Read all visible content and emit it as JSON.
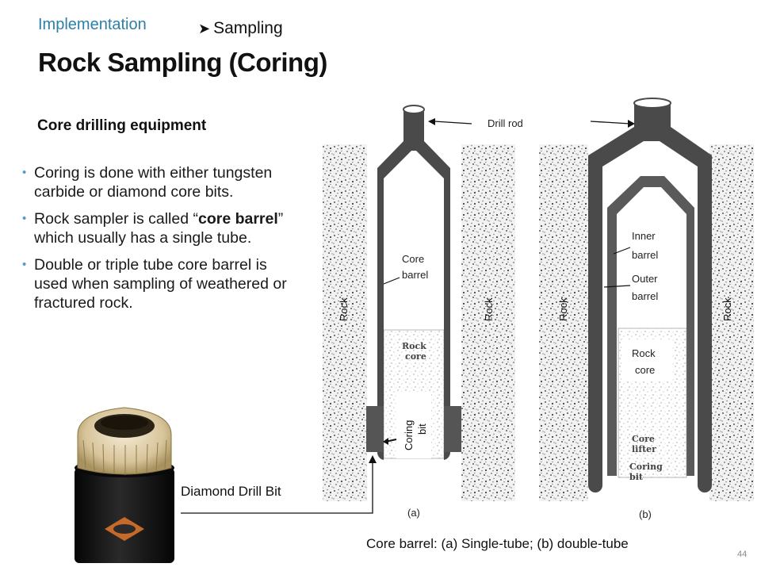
{
  "header": {
    "section": "Implementation",
    "topic": "Sampling",
    "title": "Rock Sampling (Coring)"
  },
  "subtitle": "Core drilling equipment",
  "bullets": [
    {
      "pre": "Coring is done with either tungsten carbide or diamond core bits.",
      "bold": "",
      "post": ""
    },
    {
      "pre": "Rock sampler is called “",
      "bold": "core barrel",
      "post": "” which usually has a single tube."
    },
    {
      "pre": "Double or triple tube core barrel is used when sampling of weathered or fractured rock.",
      "bold": "",
      "post": ""
    }
  ],
  "photo_label": "Diamond Drill Bit",
  "diagram": {
    "drill_rod": "Drill rod",
    "core_barrel_line1": "Core",
    "core_barrel_line2": "barrel",
    "inner_barrel_line1": "Inner",
    "inner_barrel_line2": "barrel",
    "outer_barrel_line1": "Outer",
    "outer_barrel_line2": "barrel",
    "rock_core_line1": "Rock",
    "rock_core_line2": "core",
    "rock_core_small_line1": "Rock",
    "rock_core_small_line2": "core",
    "coring_bit_line1": "Coring",
    "coring_bit_line2": "bit",
    "core_lifter_line1": "Core",
    "core_lifter_line2": "lifter",
    "coring_bit_b_line1": "Coring",
    "coring_bit_b_line2": "bit",
    "rock": "Rock",
    "label_a": "(a)",
    "label_b": "(b)"
  },
  "caption": "Core barrel: (a) Single-tube; (b) double-tube",
  "page_number": "44",
  "colors": {
    "section": "#2e7fa8",
    "bullet": "#4a9fd0",
    "steel": "#4a4a4a"
  }
}
